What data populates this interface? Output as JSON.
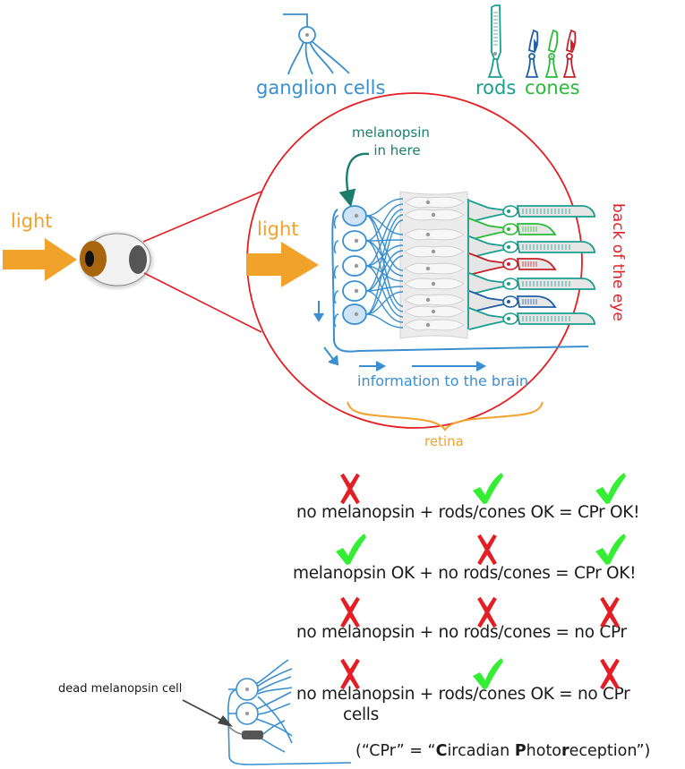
{
  "title_labels": {
    "ganglion_cells": "ganglion cells",
    "rods": "rods",
    "cones": "cones",
    "melanopsin_line1": "melanopsin",
    "melanopsin_line2": "in here",
    "light_outer": "light",
    "light_inner": "light",
    "back_of_eye": "back of the eye",
    "info_to_brain": "information to the brain",
    "retina": "retina",
    "dead_cell": "dead melanopsin cell"
  },
  "colors": {
    "light_arrow": "#f0a22a",
    "ganglion": "#3a8fd0",
    "rod": "#1a9e8e",
    "cone_blue": "#1f5fa8",
    "cone_green": "#2bbb3a",
    "cone_red": "#c8202a",
    "circle": "#e31e24",
    "check": "#33ee33",
    "cross": "#e31e24",
    "melanopsin_label": "#1b7d6a"
  },
  "scenarios": [
    {
      "text": "no melanopsin + rods/cones OK = CPr OK!",
      "text_extra": "",
      "marks": [
        "cross",
        "check",
        "check"
      ]
    },
    {
      "text": "melanopsin OK + no rods/cones  = CPr OK!",
      "text_extra": "",
      "marks": [
        "check",
        "cross",
        "check"
      ]
    },
    {
      "text": "no melanopsin + no rods/cones  = no CPr",
      "text_extra": "",
      "marks": [
        "cross",
        "cross",
        "cross"
      ]
    },
    {
      "text": "no melanopsin  + rods/cones OK = no CPr",
      "text_extra": "cells",
      "marks": [
        "cross",
        "check",
        "cross"
      ]
    }
  ],
  "footnote": {
    "prefix": "(“CPr” = “",
    "b1": "C",
    "t1": "ircadian ",
    "b2": "P",
    "t2": "hoto",
    "b3": "r",
    "t3": "eception”)"
  }
}
